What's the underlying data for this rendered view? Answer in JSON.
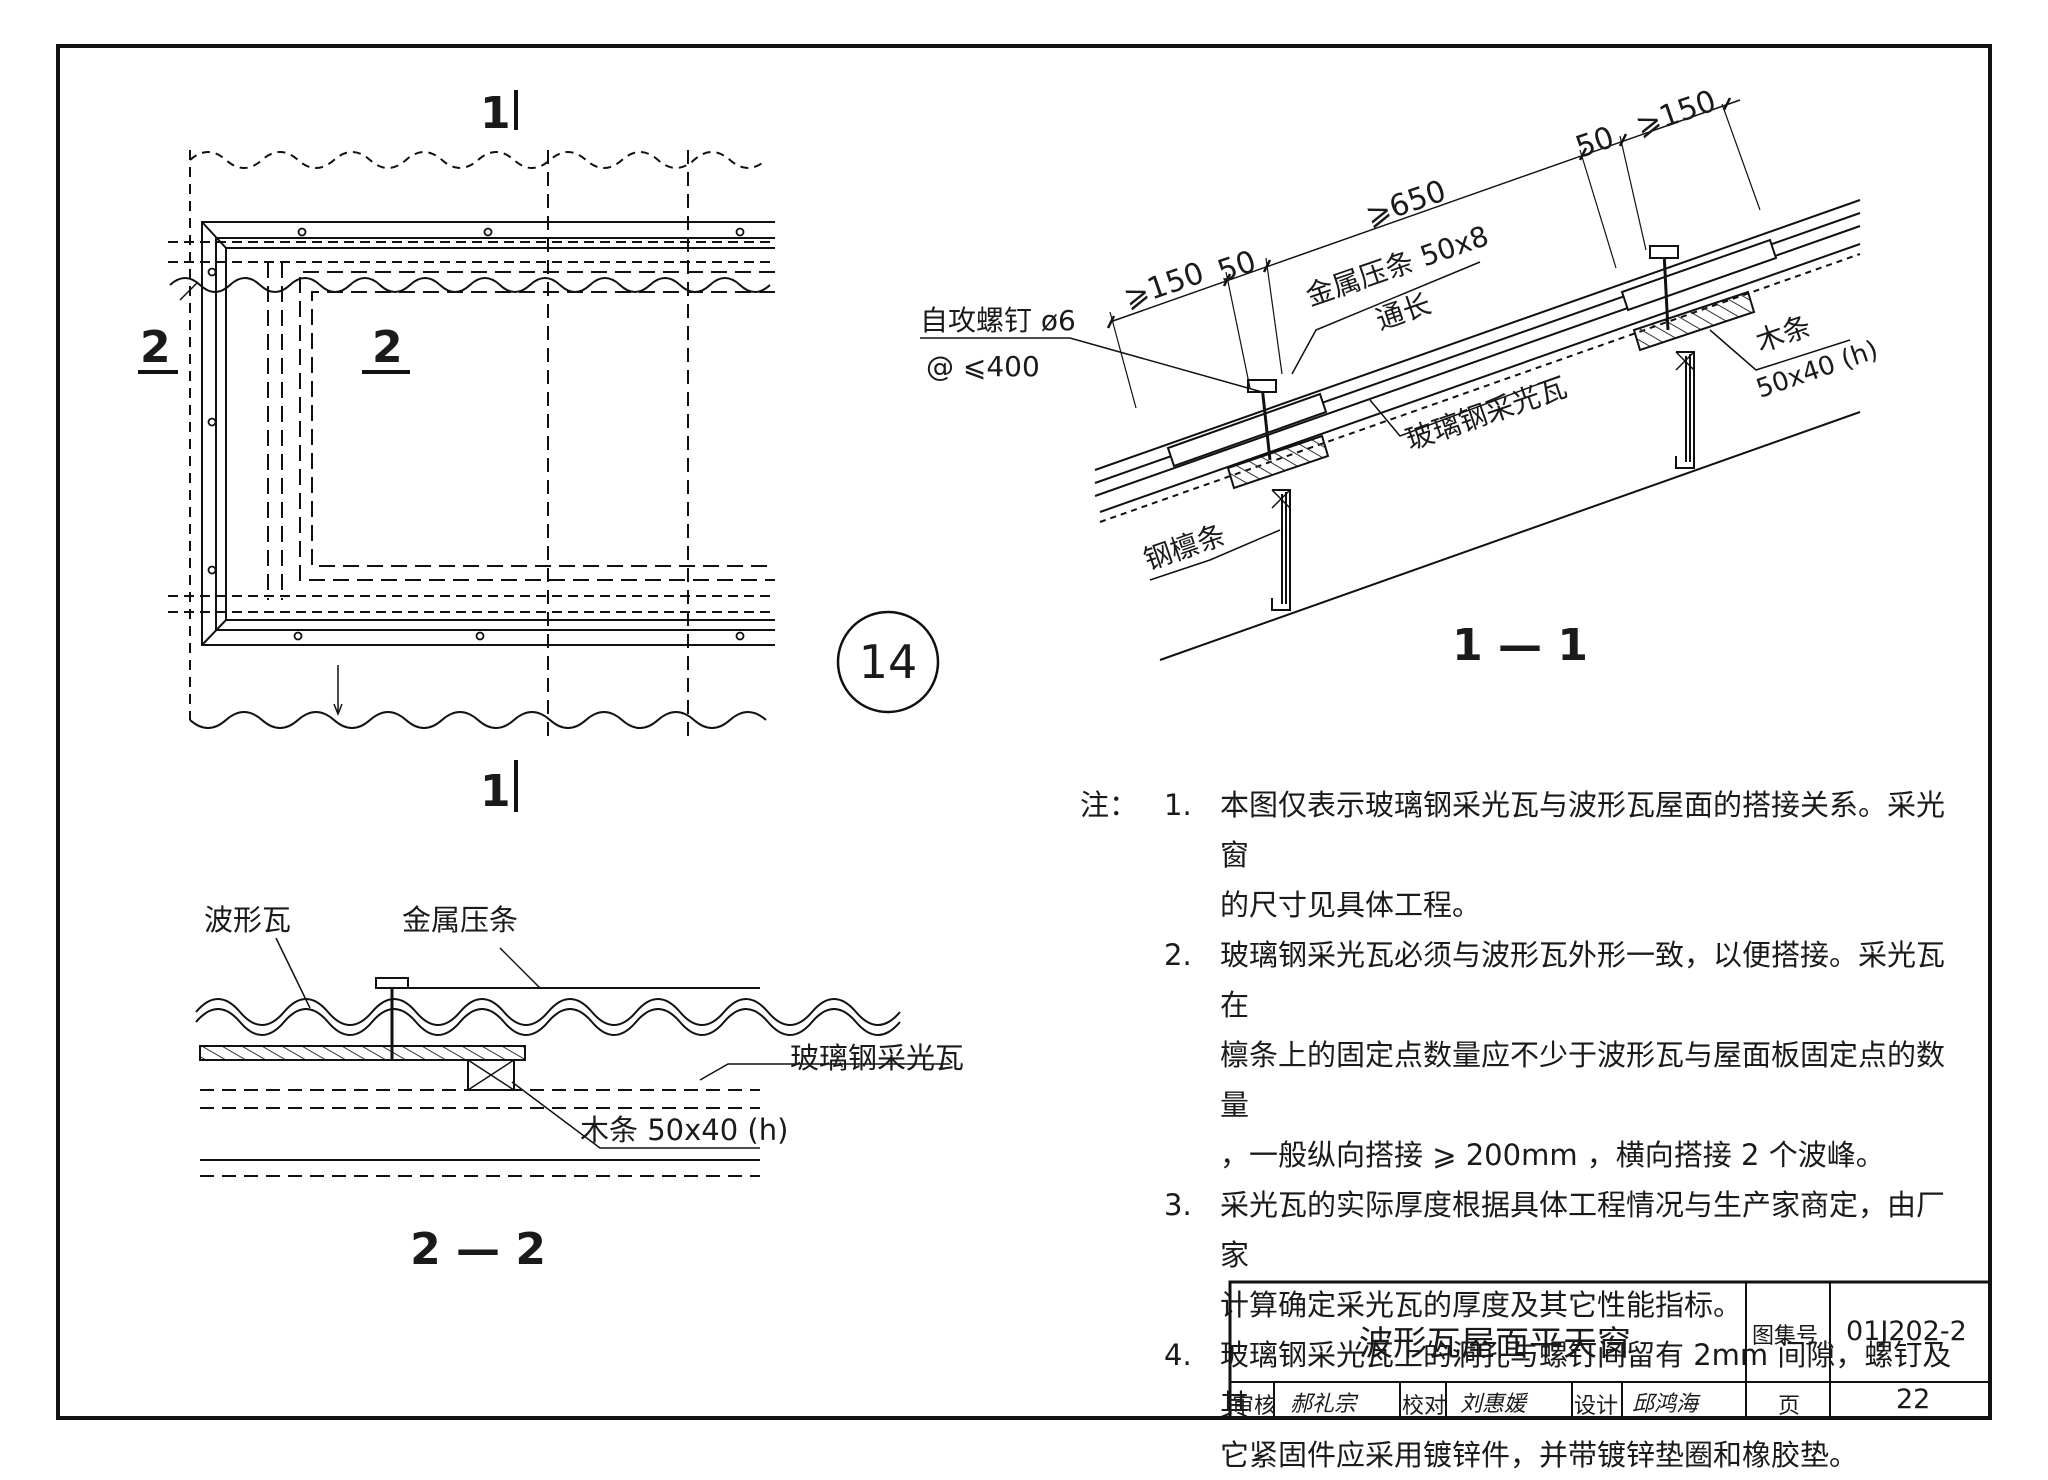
{
  "plan_view": {
    "section_mark_top": "1",
    "section_mark_bottom": "1",
    "section_mark_left": "2",
    "section_mark_inner": "2",
    "detail_number": "14"
  },
  "section_1_1": {
    "title": "1 — 1",
    "labels": {
      "screw": "自攻螺钉 ø6",
      "screw_spacing": "@ ⩽400",
      "strip": "金属压条 50x8",
      "strip_length": "通长",
      "frp_tile": "玻璃钢采光瓦",
      "wood_strip": "木条",
      "wood_size": "50x40 (h)",
      "steel_purlin": "钢檩条"
    },
    "dimensions": {
      "d150a": "⩾150",
      "d50a": "50",
      "d650": "⩾650",
      "d50b": "50",
      "d150b": "⩾150"
    }
  },
  "section_2_2": {
    "title": "2 — 2",
    "labels": {
      "corrugated_tile": "波形瓦",
      "metal_strip": "金属压条",
      "frp_tile": "玻璃钢采光瓦",
      "wood_strip": "木条 50x40 (h)"
    }
  },
  "notes": {
    "lead": "注：",
    "items": [
      {
        "num": "1.",
        "lines": [
          "本图仅表示玻璃钢采光瓦与波形瓦屋面的搭接关系。采光窗",
          "的尺寸见具体工程。"
        ]
      },
      {
        "num": "2.",
        "lines": [
          "玻璃钢采光瓦必须与波形瓦外形一致，以便搭接。采光瓦在",
          "檩条上的固定点数量应不少于波形瓦与屋面板固定点的数量",
          "，一般纵向搭接 ⩾ 200mm ，横向搭接  2  个波峰。"
        ]
      },
      {
        "num": "3.",
        "lines": [
          "采光瓦的实际厚度根据具体工程情况与生产家商定，由厂家",
          "计算确定采光瓦的厚度及其它性能指标。"
        ]
      },
      {
        "num": "4.",
        "lines": [
          "玻璃钢采光瓦上的洞孔与螺钉间留有 2mm 间隙，螺钉及其",
          "它紧固件应采用镀锌件，并带镀锌垫圈和橡胶垫。"
        ]
      }
    ]
  },
  "title_block": {
    "title": "波形瓦屋面平天窗",
    "atlas_label": "图集号",
    "atlas_no": "01J202-2",
    "review_label": "审核",
    "review_sig": "郝礼宗",
    "check_label": "校对",
    "check_sig": "刘惠媛",
    "design_label": "设计",
    "design_sig": "邱鸿海",
    "page_label": "页",
    "page_no": "22"
  }
}
